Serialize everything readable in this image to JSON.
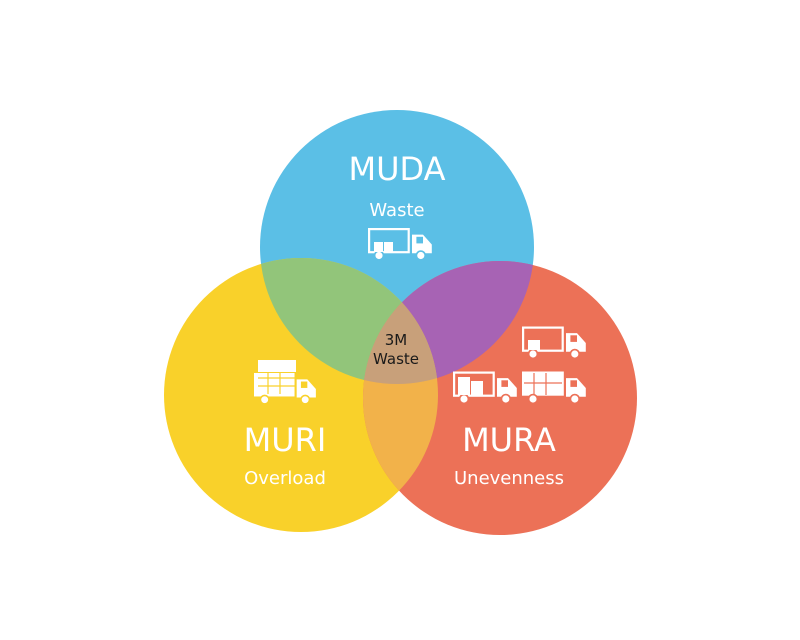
{
  "colors": {
    "muda": "#5bbfe6",
    "muri": "#f9d12a",
    "mura": "#ec7157",
    "muda_muri": "#92c57a",
    "muda_mura": "#a763b4",
    "muri_mura": "#f2b24a",
    "center": "#c8a07a",
    "label": "#ffffff",
    "center_text": "#1a1a1a"
  },
  "muda": {
    "title": "MUDA",
    "subtitle": "Waste",
    "icon": "truck-partial-load-icon"
  },
  "muri": {
    "title": "MURI",
    "subtitle": "Overload",
    "icon": "truck-overloaded-icon"
  },
  "mura": {
    "title": "MURA",
    "subtitle": "Unevenness",
    "icon": "uneven-trucks-icon"
  },
  "center": {
    "line1": "3M",
    "line2": "Waste"
  }
}
